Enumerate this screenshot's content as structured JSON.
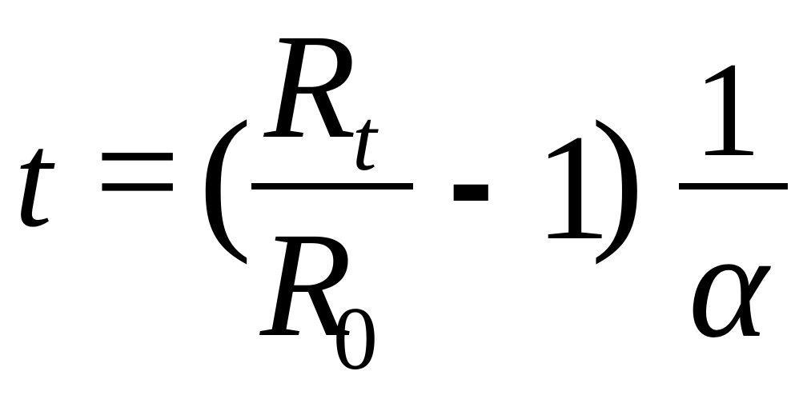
{
  "formula": {
    "lhs_var": "t",
    "equals": "=",
    "open_paren": "(",
    "frac1": {
      "num_base": "R",
      "num_sub": "t",
      "den_base": "R",
      "den_sub": "0"
    },
    "minus": "-",
    "one": "1",
    "close_paren": ")",
    "frac2": {
      "num": "1",
      "den": "α"
    }
  }
}
